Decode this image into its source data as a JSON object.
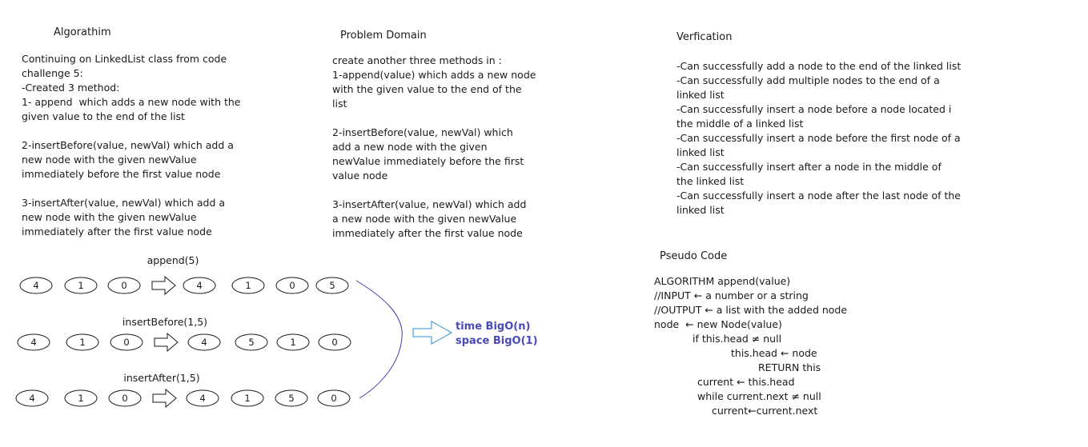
{
  "algorithm": {
    "title": "Algorathim",
    "lines": [
      "Continuing on LinkedList class from code",
      "challenge 5:",
      "-Created 3 method:",
      "1- append  which adds a new node with the",
      "given value to the end of the list",
      "",
      "2-insertBefore(value, newVal) which add a",
      "new node with the given newValue",
      "immediately before the first value node",
      "",
      "3-insertAfter(value, newVal) which add a",
      "new node with the given newValue",
      "immediately after the first value node"
    ]
  },
  "problem_domain": {
    "title": "Problem Domain",
    "lines": [
      "create another three methods in :",
      "1-append(value) which adds a new node",
      "with the given value to the end of the",
      "list",
      "",
      "2-insertBefore(value, newVal) which",
      "add a new node with the given",
      "newValue immediately before the first",
      "value node",
      "",
      "3-insertAfter(value, newVal) which add",
      "a new node with the given newValue",
      "immediately after the first value node"
    ]
  },
  "verification": {
    "title": "Verfication",
    "lines": [
      "-Can successfully add a node to the end of the linked list",
      "-Can successfully add multiple nodes to the end of a",
      "linked list",
      "-Can successfully insert a node before a node located i",
      "the middle of a linked list",
      "-Can successfully insert a node before the first node of a",
      "linked list",
      "-Can successfully insert after a node in the middle of",
      "the linked list",
      "-Can successfully insert a node after the last node of the",
      "linked list"
    ]
  },
  "pseudo_code": {
    "title": "Pseudo Code",
    "lines": [
      {
        "text": "ALGORITHM append(value)",
        "indent": 0
      },
      {
        "text": "//INPUT ← a number or a string",
        "indent": 0
      },
      {
        "text": "//OUTPUT ← a list with the added node",
        "indent": 0
      },
      {
        "text": "node  ← new Node(value)",
        "indent": 0
      },
      {
        "text": "if this.head ≠ null",
        "indent": 1
      },
      {
        "text": "this.head ← node",
        "indent": 2
      },
      {
        "text": "RETURN this",
        "indent": 3
      },
      {
        "text": "current ← this.head",
        "indent": 4
      },
      {
        "text": "while current.next ≠ null",
        "indent": 4
      },
      {
        "text": "current←current.next",
        "indent": 5
      }
    ]
  },
  "diagram": {
    "rows": [
      {
        "label": "append(5)",
        "before": [
          "4",
          "1",
          "0"
        ],
        "after": [
          "4",
          "1",
          "0",
          "5"
        ]
      },
      {
        "label": "insertBefore(1,5)",
        "before": [
          "4",
          "1",
          "0"
        ],
        "after": [
          "4",
          "5",
          "1",
          "0"
        ]
      },
      {
        "label": "insertAfter(1,5)",
        "before": [
          "4",
          "1",
          "0"
        ],
        "after": [
          "4",
          "1",
          "5",
          "0"
        ]
      }
    ],
    "complexity": {
      "time": "time BigO(n)",
      "space": "space BigO(1)"
    },
    "colors": {
      "bracket": "#3b3bb0",
      "arrow": "#2a8fd6",
      "text": "#4a4ab8",
      "stroke": "#1a1a1a"
    }
  }
}
